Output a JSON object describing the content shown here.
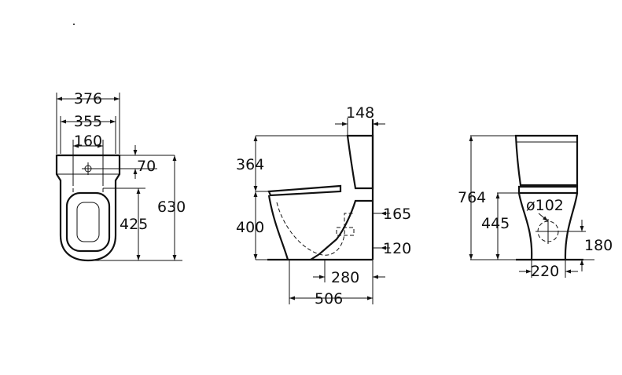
{
  "colors": {
    "line": "#111111",
    "background": "#ffffff"
  },
  "top_view": {
    "overall_width": "376",
    "seat_width": "355",
    "fixing_spacing": "160",
    "fixing_depth": "70",
    "bowl_depth": "425",
    "overall_depth": "630"
  },
  "side_view": {
    "tank_projection": "148",
    "tank_height": "364",
    "seat_height": "400",
    "inlet_height": "165",
    "outlet_height": "120",
    "outlet_distance": "280",
    "overall_length": "506"
  },
  "front_view": {
    "overall_height": "764",
    "pan_height": "445",
    "outlet_diameter": "ø102",
    "outlet_center_height": "180",
    "base_width": "220"
  }
}
